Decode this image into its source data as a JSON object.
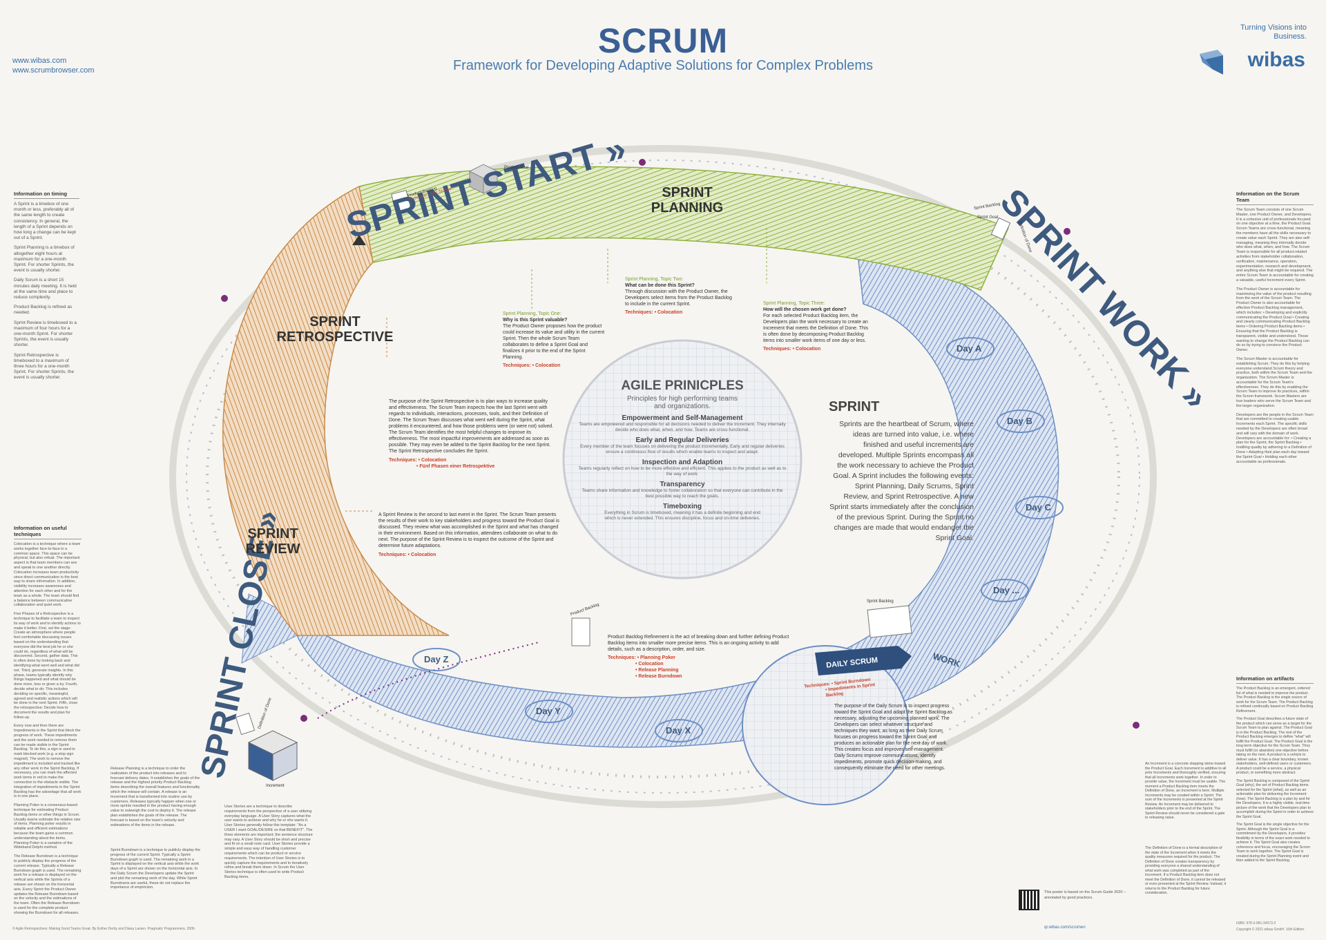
{
  "header": {
    "title": "SCRUM",
    "subtitle": "Framework for Developing Adaptive Solutions for Complex Problems",
    "url1": "www.wibas.com",
    "url2": "www.scrumbrowser.com",
    "tagline": "Turning Visions into Business.",
    "brand": "wibas"
  },
  "arc_labels": {
    "start": "SPRINT START »",
    "work": "SPRINT WORK »",
    "close": "SPRINT CLOSE »"
  },
  "events": {
    "planning": "SPRINT PLANNING",
    "retrospective": "SPRINT RETROSPECTIVE",
    "review": "SPRINT REVIEW",
    "daily": "DAILY SCRUM",
    "work": "WORK"
  },
  "days": [
    "Day A",
    "Day B",
    "Day C",
    "Day ...",
    "Day X",
    "Day Y",
    "Day Z"
  ],
  "artifacts_small": {
    "product_backlog_tech": "Product Backlog",
    "technique_user_stories": "Technique: User Stories",
    "product_goal": "Product Goal",
    "sprint_backlog": "Sprint Backlog",
    "sprint_goal": "Sprint Goal",
    "dod": "Definition of Done",
    "increment": "Increment",
    "sprint_backlog2": "Sprint Backlog",
    "product_backlog2": "Product Backlog"
  },
  "planning_topics": {
    "one": {
      "tag": "Sprint Planning, Topic One:",
      "q": "Why is this Sprint valuable?",
      "text": "The Product Owner proposes how the product could increase its value and utility in the current Sprint. Then the whole Scrum Team collaborates to define a Sprint Goal and finalizes it prior to the end of the Sprint Planning.",
      "tech": "Techniques: • Colocation"
    },
    "two": {
      "tag": "Sprint Planning, Topic Two:",
      "q": "What can be done this Sprint?",
      "text": "Through discussion with the Product Owner, the Developers select items from the Product Backlog to include in the current Sprint.",
      "tech": "Techniques: • Colocation"
    },
    "three": {
      "tag": "Sprint Planning, Topic Three:",
      "q": "How will the chosen work get done?",
      "text": "For each selected Product Backlog item, the Developers plan the work necessary to create an Increment that meets the Definition of Done. This is often done by decomposing Product Backlog items into smaller work items of one day or less.",
      "tech": "Techniques: • Colocation"
    }
  },
  "retro_text": {
    "text": "The purpose of the Sprint Retrospective is to plan ways to increase quality and effectiveness. The Scrum Team inspects how the last Sprint went with regards to individuals, interactions, processes, tools, and their Definition of Done. The Scrum Team discusses what went well during the Sprint, what problems it encountered, and how those problems were (or were not) solved. The Scrum Team identifies the most helpful changes to improve its effectiveness. The most impactful improvements are addressed as soon as possible. They may even be added to the Sprint Backlog for the next Sprint. The Sprint Retrospective concludes the Sprint.",
    "tech1": "Techniques: • Colocation",
    "tech2": "• Fünf Phasen einer Retrospektive"
  },
  "review_text": {
    "text": "A Sprint Review is the second to last event in the Sprint. The Scrum Team presents the results of their work to key stakeholders and progress toward the Product Goal is discussed. They review what was accomplished in the Sprint and what has changed in their environment. Based on this information, attendees collaborate on what to do next. The purpose of the Sprint Review is to inspect the outcome of the Sprint and determine future adaptations.",
    "tech": "Techniques: • Colocation"
  },
  "agile": {
    "title": "AGILE PRINICPLES",
    "subtitle": "Principles for high performing teams and organizations.",
    "items": [
      {
        "h": "Empowerment and Self-Management",
        "t": "Teams are empowered and responsible for all decisions needed to deliver the Increment. They internally decide who does what, when, and how. Teams are cross-functional."
      },
      {
        "h": "Early and Regular Deliveries",
        "t": "Every member of the team focuses on delivering the product incrementally. Early and regular deliveries ensure a continuous flow of results which enable teams to inspect and adapt."
      },
      {
        "h": "Inspection and Adaption",
        "t": "Teams regularly reflect on how to be more effective and efficient. This applies to the product as well as to the way of work."
      },
      {
        "h": "Transparency",
        "t": "Teams share information and knowledge to foster collaboration so that everyone can contribute in the best possible way to reach the goals."
      },
      {
        "h": "Timeboxing",
        "t": "Everything in Scrum is timeboxed, meaning it has a definite beginning and end which is never extended. This ensures discipline, focus and on-time deliveries."
      }
    ]
  },
  "sprint": {
    "title": "SPRINT",
    "text": "Sprints are the heartbeat of Scrum, where ideas are turned into value, i.e. where finished and useful increments are developed. Multiple Sprints encompass all the work necessary to achieve the Product Goal. A Sprint includes the following events: Sprint Planning, Daily Scrums, Sprint Review, and Sprint Retrospective. A new Sprint starts immediately after the conclusion of the previous Sprint. During the Sprint no changes are made that would endanger the Sprint Goal."
  },
  "refinement": {
    "text": "Product Backlog Refinement is the act of breaking down and further defining Product Backlog items into smaller more precise items. This is an ongoing activity to add details, such as a description, order, and size.",
    "tech": [
      "Techniques: • Planning Poker",
      "• Colocation",
      "• Release Planning",
      "• Release Burndown"
    ]
  },
  "daily": {
    "tech": [
      "Techniques: • Sprint Burndown",
      "• Impediments in Sprint Backlog"
    ],
    "text": "The purpose of the Daily Scrum is to inspect progress toward the Sprint Goal and adapt the Sprint Backlog as necessary, adjusting the upcoming planned work. The Developers can select whatever structure and techniques they want, as long as their Daily Scrum focuses on progress toward the Sprint Goal and produces an actionable plan for the next day of work. This creates focus and improves self-management. Daily Scrums improve communications, identify impediments, promote quick decision-making, and consequently eliminate the need for other meetings."
  },
  "left_timing": {
    "head": "Information on timing",
    "items": [
      "A Sprint is a timebox of one month or less, preferably all of the same length to create consistency. In general, the length of a Sprint depends on how long a change can be kept out of a Sprint.",
      "Sprint Planning is a timebox of altogether eight hours at maximum for a one-month Sprint. For shorter Sprints, the event is usually shorter.",
      "Daily Scrum is a short 15 minutes daily meeting. It is held at the same time and place to reduce complexity.",
      "Product Backlog is refined as needed.",
      "Sprint Review is timeboxed to a maximum of four hours for a one-month Sprint. For shorter Sprints, the event is usually shorter.",
      "Sprint Retrospective is timeboxed to a maximum of three hours for a one-month Sprint. For shorter Sprints, the event is usually shorter."
    ]
  },
  "left_techniques": {
    "head": "Information on useful techniques",
    "items": [
      "Colocation is a technique where a team works together face-to-face in a common space. This space can be physical, but also virtual. The important aspect is that team members can see and speak to one another directly. Colocation increases team productivity since direct communication is the best way to share information. In addition, visibility increases awareness and attention for each other and for the team as a whole. The team should find a balance between communicative collaboration and quiet work.",
      "Five Phases of a Retrospective is a technique to facilitate a team to inspect its way of work and to identify actions to make it better. First, set the stage: Create an atmosphere where people feel comfortable discussing issues based on the understanding that everyone did the best job he or she could do, regardless of what will be discovered. Second, gather data. This is often done by looking back and identifying what went well and what did not. Third, generate insights. In this phase, teams typically identify why things happened and what should be done more, less or given a try. Fourth, decide what to do: This includes deciding on specific, meaningful, agreed and realistic actions which will be done in the next Sprint. Fifth, close the retrospective: Decide how to document the results and plan for follow-up.",
      "Every now and then there are Impediments in the Sprint that block the progress of work. These impediments and the work needed to remove them can be made visible in the Sprint Backlog. To do this, a sign is used to mark blocked work (e.g. a stop sign magnet). The work to remove the impediment is included and tracked like any other work in the Sprint Backlog. If necessary, you can mark the affected work items in red to make the connection to the obstacle visible. The integration of impediments in the Sprint Backlog has the advantage that all work is in one place.",
      "Planning Poker is a consensus-based technique for estimating Product Backlog items or other things in Scrum. Usually teams estimate the relative size of items. Planning poker results in reliable and efficient estimations because the team gains a common understanding about the items. Planning Poker is a variation of the Wideband Delphi method.",
      "The Release Burndown is a technique to publicly display the progress of the current release. Typically a Release Burndown graph is used. The remaining work for a release is displayed on the vertical axis while the Sprints of a release are shown on the horizontal axis. Every Sprint the Product Owner updates the Release Burndown based on the velocity and the estimations of the team. Often the Release Burndown is used for the complete product showing the Burndown for all releases."
    ]
  },
  "bottom_tech": {
    "release_planning": "Release Planning is a technique to order the realization of the product into releases and to forecast delivery dates. It establishes the goals of the release and the highest priority Product Backlog items describing the overall features and functionality which the release will contain. A release is an Increment that is transformed into routine use by customers. Releases typically happen when one or more sprints resulted in the product having enough value to outweigh the cost to deploy it. The release plan establishes the goals of the release. The forecast is based on the team's velocity and estimations of the items in the release.",
    "sprint_burndown": "Sprint Burndown is a technique to publicly display the progress of the current Sprint. Typically a Sprint Burndown graph is used. The remaining work in a Sprint is displayed on the vertical axis while the work days of a Sprint are shown on the horizontal axis. In the Daily Scrum the Developers update the Sprint and plot the remaining work of the day. While Sprint Burndowns are useful, these do not replace the importance of empiricism.",
    "user_stories": "User Stories are a technique to describe requirements from the perspective of a user utilizing everyday language. A User Story captures what the user wants to achieve and why he or she wants it. User Stories generally follow this template: \"As a USER I want GOAL/DESIRE so that BENEFIT\". The three elements are important; the sentence structure may vary. A User Story should be short and precise and fit on a small note card. User Stories provide a simple and easy way of handling customer requirements which can be product or service requirements. The intention of User Stories is to quickly capture the requirements and to iteratively refine and break them down. In Scrum the User Stories technique is often used to write Product Backlog items."
  },
  "right_team": {
    "head": "Information on the Scrum Team",
    "items": [
      "The Scrum Team consists of one Scrum Master, one Product Owner, and Developers. It is a cohesive unit of professionals focused on one objective at a time, the Product Goal. Scrum Teams are cross-functional, meaning the members have all the skills necessary to create value each Sprint. They are also self-managing, meaning they internally decide who does what, when, and how. The Scrum Team is responsible for all product-related activities from stakeholder collaboration, verification, maintenance, operation, experimentation, research and development, and anything else that might be required. The entire Scrum Team is accountable for creating a valuable, useful Increment every Sprint.",
      "The Product Owner is accountable for maximizing the value of the product resulting from the work of the Scrum Team. The Product Owner is also accountable for effective Product Backlog management, which includes: • Developing and explicitly communicating the Product Goal • Creating and clearly communicating Product Backlog items • Ordering Product Backlog items • Ensuring that the Product Backlog is transparent, visible and understood. Those wanting to change the Product Backlog can do so by trying to convince the Product Owner.",
      "The Scrum Master is accountable for establishing Scrum. They do this by helping everyone understand Scrum theory and practice, both within the Scrum Team and the organization. The Scrum Master is accountable for the Scrum Team's effectiveness. They do this by enabling the Scrum Team to improve its practices, within the Scrum framework. Scrum Masters are true leaders who serve the Scrum Team and the larger organization.",
      "Developers are the people in the Scrum Team that are committed to creating usable Increments each Sprint. The specific skills needed by the Developers are often broad and will vary with the domain of work. Developers are accountable for: • Creating a plan for the Sprint, the Sprint Backlog • Instilling quality by adhering to a Definition of Done • Adapting their plan each day toward the Sprint Goal • Holding each other accountable as professionals."
    ]
  },
  "right_artifacts": {
    "head": "Information on artifacts",
    "items": [
      "The Product Backlog is an emergent, ordered list of what is needed to improve the product. The Product Backlog is the single source of work for the Scrum Team. The Product Backlog is refined continually based on Product Backlog Refinement.",
      "The Product Goal describes a future state of the product which can serve as a target for the Scrum Team to plan against. The Product Goal is in the Product Backlog. The rest of the Product Backlog emerges to define \"what\" will fulfill the Product Goal. The Product Goal is the long-term objective for the Scrum Team. They must fulfill (or abandon) one objective before taking on the next. A product is a vehicle to deliver value. It has a clear boundary, known stakeholders, well-defined users or customers. A product could be a service, a physical product, or something more abstract.",
      "The Sprint Backlog is composed of the Sprint Goal (why), the set of Product Backlog items selected for the Sprint (what), as well as an actionable plan for delivering the Increment (how). The Sprint Backlog is a plan by and for the Developers. It is a highly visible, real-time picture of the work that the Developers plan to accomplish during the Sprint in order to achieve the Sprint Goal.",
      "The Sprint Goal is the single objective for the Sprint. Although the Sprint Goal is a commitment by the Developers, it provides flexibility in terms of the exact work needed to achieve it. The Sprint Goal also creates coherence and focus, encouraging the Scrum Team to work together. The Sprint Goal is created during the Sprint Planning event and then added to the Sprint Backlog."
    ]
  },
  "increment_info": {
    "inc": "An Increment is a concrete stepping stone toward the Product Goal. Each Increment is additive to all prior Increments and thoroughly verified, ensuring that all Increments work together. In order to provide value, the Increment must be usable. The moment a Product Backlog item meets the Definition of Done, an Increment is born. Multiple Increments may be created within a Sprint. The sum of the Increments is presented at the Sprint Review. An Increment may be delivered to stakeholders prior to the end of the Sprint. The Sprint Review should never be considered a gate to releasing value.",
    "dod": "The Definition of Done is a formal description of the state of the Increment when it meets the quality measures required for the product. The Definition of Done creates transparency by providing everyone a shared understanding of what work was completed as part of the Increment. If a Product Backlog item does not meet the Definition of Done, it cannot be released or even presented at the Sprint Review. Instead, it returns to the Product Backlog for future consideration."
  },
  "footer": {
    "left": "© Agile Retrospectives: Making Good Teams Great. By Esther Derby and Diana Larsen. Pragmatic Programmers, 2006.",
    "poster": "This poster is based on the Scrum Guide 2020 – annotated by good practices.",
    "qr_link": "qr.wibas.com/scrumen",
    "isbn": "ISBN: 978-3-981-34373-2",
    "copyright": "Copyright © 2021 wibas GmbH. 10th Edition."
  },
  "colors": {
    "title": "#3a5f95",
    "planning": "#8fb13c",
    "retro": "#c98a48",
    "work": "#6e8fc4",
    "accent_red": "#c8402a",
    "dark_arc": "#3e5a7e"
  }
}
